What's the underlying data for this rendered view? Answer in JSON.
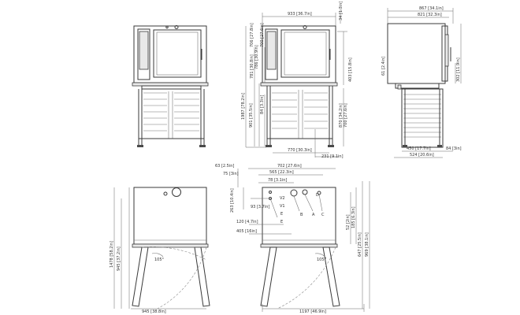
{
  "dims": {
    "front_width": "933 [36.7in]",
    "top_clear": "34 [1.3in]",
    "side_depth": "867 [34.1in]",
    "side_body_depth": "821 [32.3in]",
    "total_height": "1987 [78.2in]",
    "stand_height": "901 [35.5in]",
    "height_781": "781 [30.8in]",
    "height_706": "706 [27.8in]",
    "height_786": "786 [30.9in]",
    "height_700": "700 [27.6in]",
    "height_84": "84 [3.3in]",
    "height_403": "403 [15.8in]",
    "height_870": "870 [34.2in]",
    "stand_width": "770 [30.3in]",
    "leg_offset": "231 [9.1in]",
    "height_61": "61 [2.4in]",
    "height_302": "302 [11.9in]",
    "side_stand_450": "450 [17.7in]",
    "side_stand_84": "84 [3in]",
    "side_stand_524": "524 [20.6in]",
    "plan_width_702": "702 [27.6in]",
    "plan_width_565": "565 [22.3in]",
    "plan_78": "78 [3.1in]",
    "plan_63": "63 [2.5in]",
    "plan_75": "75 [3in]",
    "plan_263": "263 [10.4in]",
    "plan_93": "93 [3.7in]",
    "plan_120": "120 [4.7in]",
    "plan_405": "405 [16in]",
    "plan_52": "52 [2in]",
    "plan_185": "185 [6.3in]",
    "plan_647": "647 [25.5in]",
    "plan_969": "969 [38.1in]",
    "left_1478": "1478 [58.2in]",
    "left_945": "945 [37.2in]",
    "left_depth": "945 [38.8in]",
    "right_width": "1197 [46.9in]",
    "door_angle_1": "105°",
    "door_angle_2": "105°",
    "conn_v2": "V2",
    "conn_v1": "V1",
    "conn_e1": "E",
    "conn_e2": "E",
    "conn_b": "B",
    "conn_a": "A",
    "conn_c": "C",
    "conn_d": "D"
  }
}
